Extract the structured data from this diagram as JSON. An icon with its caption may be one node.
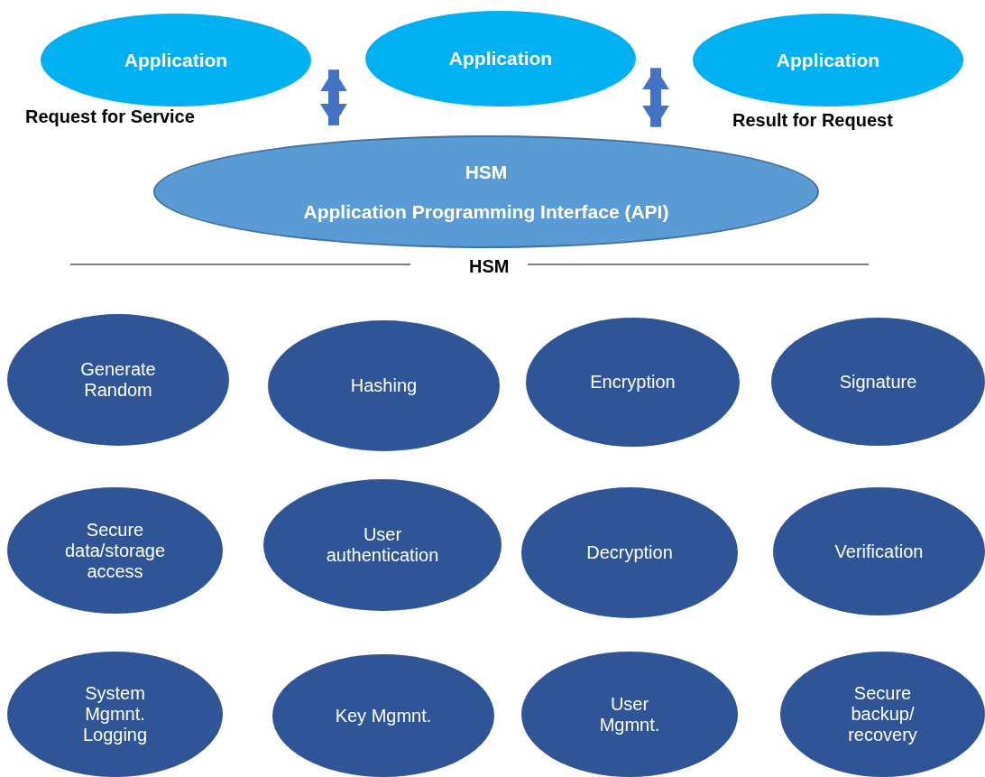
{
  "diagram": {
    "nodes": [
      {
        "text": [
          "Application"
        ]
      },
      {
        "text": [
          "Application"
        ]
      },
      {
        "text": [
          "Application"
        ]
      },
      {
        "text": [
          "HSM",
          "Application Programming Interface (API)"
        ]
      },
      {
        "text": [
          "Generate Random"
        ]
      },
      {
        "text": [
          "Hashing"
        ]
      },
      {
        "text": [
          "Encryption"
        ]
      },
      {
        "text": [
          "Signature"
        ]
      },
      {
        "text": [
          "Secure data/storage access"
        ]
      },
      {
        "text": [
          "User authentication"
        ]
      },
      {
        "text": [
          "Decryption"
        ]
      },
      {
        "text": [
          "Verification"
        ]
      },
      {
        "text": [
          "System Mgmnt. Logging"
        ]
      },
      {
        "text": [
          "Key Mgmnt."
        ]
      },
      {
        "text": [
          "User Mgmnt."
        ]
      },
      {
        "text": [
          "Secure backup/ recovery"
        ]
      }
    ],
    "edges": [
      {
        "from": 0,
        "to": 3,
        "arrow": "both"
      },
      {
        "from": 1,
        "to": 3,
        "arrow": "both"
      }
    ],
    "labels": [
      "Request for Service",
      "Result for Request",
      "HSM"
    ]
  }
}
